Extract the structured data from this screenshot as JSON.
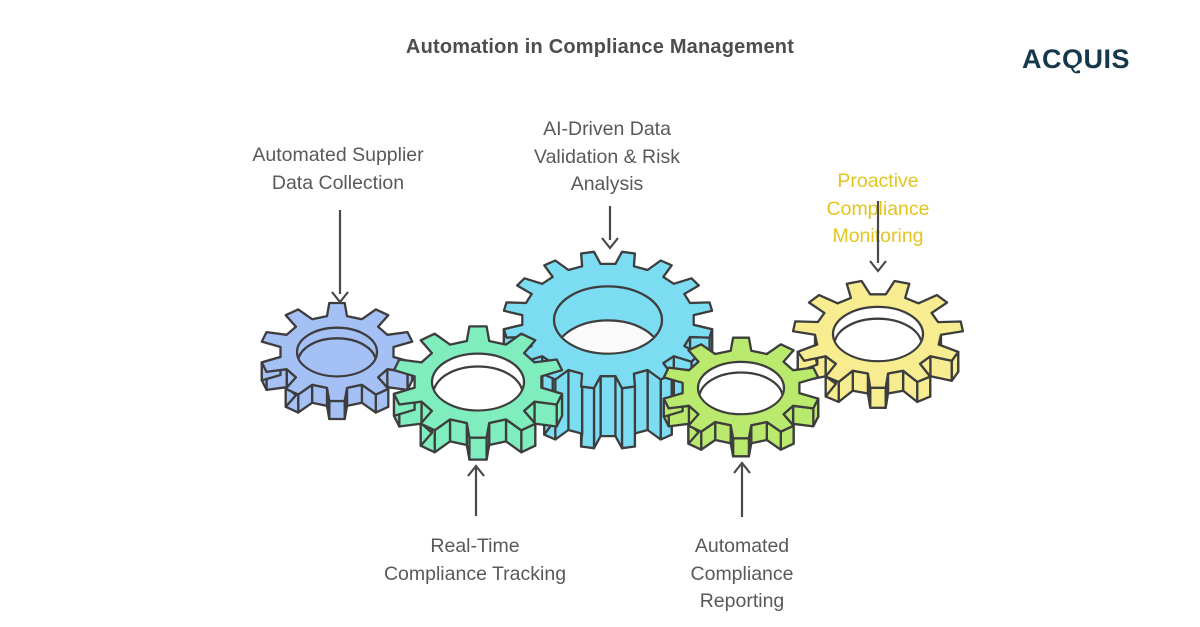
{
  "title": "Automation in Compliance Management",
  "logo": {
    "part1": "AC",
    "q": "Q",
    "part2": "UIS",
    "color": "#16384d"
  },
  "colors": {
    "background": "#ffffff",
    "outline": "#3d3d3d",
    "arrow": "#4a4a4a",
    "title": "#4d4d4d",
    "label": "#595959"
  },
  "gears": {
    "supplier": {
      "label": "Automated Supplier\nData Collection",
      "fill": "#a5c0f5",
      "hole_fill": "#a5c0f5",
      "hole_bottom": "#a5c0f5"
    },
    "ai": {
      "label": "AI-Driven Data\nValidation & Risk\nAnalysis",
      "fill": "#7cdcf2",
      "hole_fill": "#7cdcf2",
      "hole_bottom": "#fafafa"
    },
    "tracking": {
      "label": "Real-Time\nCompliance Tracking",
      "fill": "#80edbf",
      "hole_fill": "#ffffff",
      "hole_bottom": "#ffffff"
    },
    "reporting": {
      "label": "Automated\nCompliance\nReporting",
      "fill": "#b9e96d",
      "hole_fill": "#ffffff",
      "hole_bottom": "#ffffff"
    },
    "monitoring": {
      "label": "Proactive\nCompliance\nMonitoring",
      "fill": "#f7ec8f",
      "hole_fill": "#ffffff",
      "hole_bottom": "#ffffff",
      "label_color": "#e2c51f"
    }
  }
}
